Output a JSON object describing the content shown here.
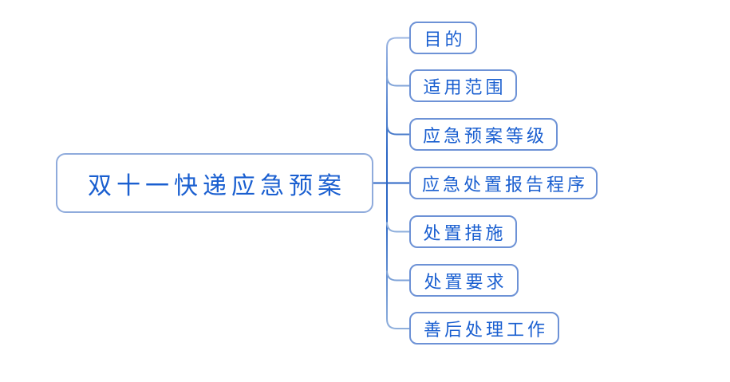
{
  "diagram": {
    "type": "mindmap",
    "root": {
      "label": "双十一快递应急预案"
    },
    "branches": [
      {
        "label": "目的"
      },
      {
        "label": "适用范围"
      },
      {
        "label": "应急预案等级"
      },
      {
        "label": "应急处置报告程序"
      },
      {
        "label": "处置措施"
      },
      {
        "label": "处置要求"
      },
      {
        "label": "善后处理工作"
      }
    ],
    "colors": {
      "background": "#ffffff",
      "text": "#1a5fd0",
      "root_border": "#8fabdc",
      "topic_border": "#6d92d6",
      "trunk_line": "#2b66c4",
      "trunk_line_light": "#9bb5e2",
      "branch_line_light": "#8fafdc",
      "branch_line_medium": "#7fa3d8",
      "branch_line_dark": "#4a7ccb",
      "center_line": "#2b66c4"
    }
  }
}
